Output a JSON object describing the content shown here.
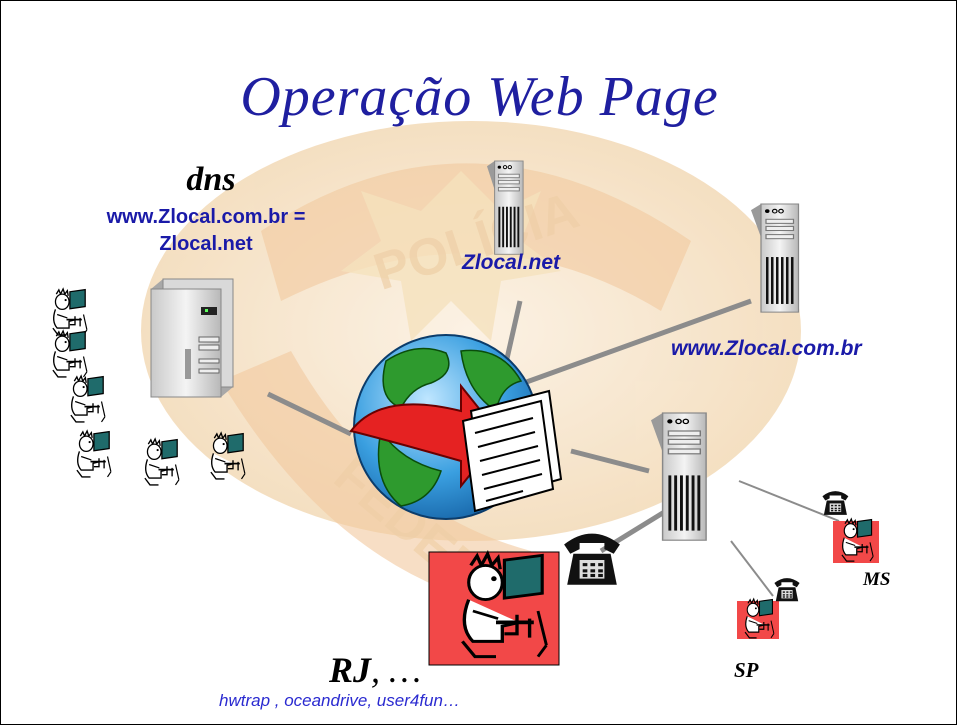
{
  "title": "Operação Web Page",
  "dns": {
    "heading": "dns",
    "mapping_line1": "www.Zlocal.com.br =",
    "mapping_line2": "Zlocal.net"
  },
  "servers": {
    "top_label": "Zlocal.net",
    "right_label": "www.Zlocal.com.br"
  },
  "locations": {
    "ms": "MS",
    "sp": "SP",
    "rj": "RJ",
    "rj_suffix": ", …"
  },
  "users_line": "hwtrap , oceandrive, user4fun…",
  "colors": {
    "title": "#1f1fa0",
    "label_blue": "#1a1aa8",
    "users_text": "#2a2ad0",
    "watermark": "#f3dcb4"
  },
  "icons": [
    "watermark-seal",
    "dns-server-icon",
    "web-server-icon",
    "globe-document-icon",
    "telephone-icon",
    "user-at-computer-icon"
  ]
}
